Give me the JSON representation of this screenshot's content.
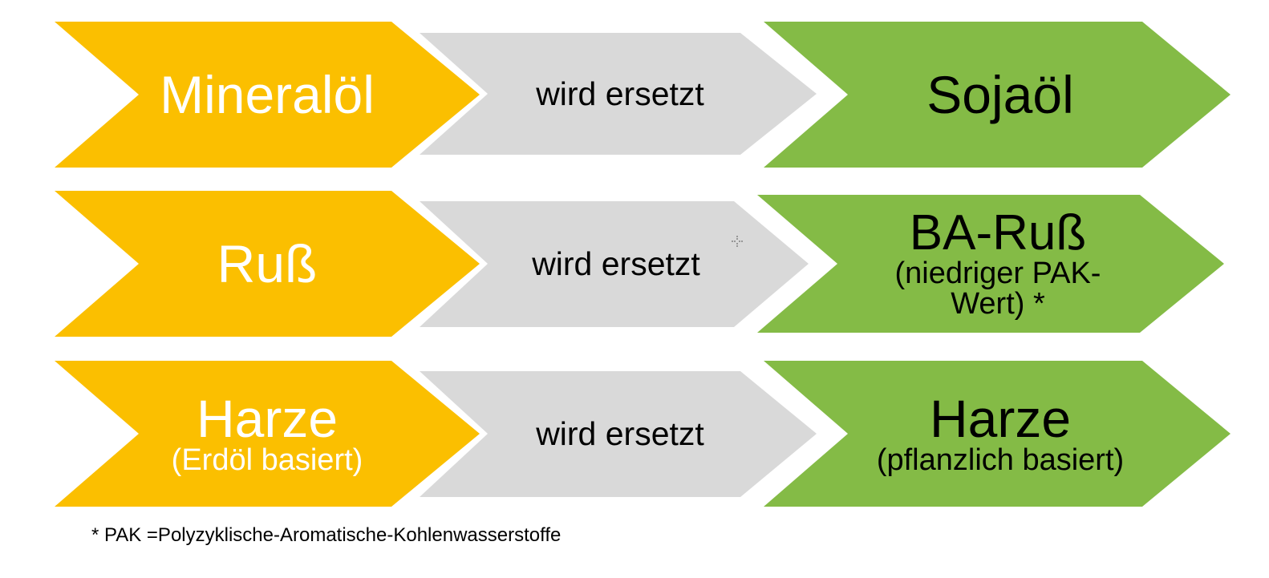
{
  "colors": {
    "orange": "#FBBF00",
    "grey": "#D9D9D9",
    "green": "#84BB46",
    "white": "#FFFFFF",
    "black": "#000000"
  },
  "rows": [
    {
      "source": {
        "title": "Mineralöl",
        "subtitle": ""
      },
      "connector": {
        "label": "wird ersetzt"
      },
      "target": {
        "title": "Sojaöl",
        "subtitle": ""
      }
    },
    {
      "source": {
        "title": "Ruß",
        "subtitle": ""
      },
      "connector": {
        "label": "wird ersetzt"
      },
      "target": {
        "title": "BA-Ruß",
        "subtitle": "(niedriger PAK-\nWert) *",
        "subtitle_line1": "(niedriger PAK-",
        "subtitle_line2": "Wert) *"
      }
    },
    {
      "source": {
        "title": "Harze",
        "subtitle": "(Erdöl basiert)"
      },
      "connector": {
        "label": "wird ersetzt"
      },
      "target": {
        "title": "Harze",
        "subtitle": "(pflanzlich basiert)"
      }
    }
  ],
  "footnote": "* PAK =Polyzyklische-Aromatische-Kohlenwasserstoffe"
}
